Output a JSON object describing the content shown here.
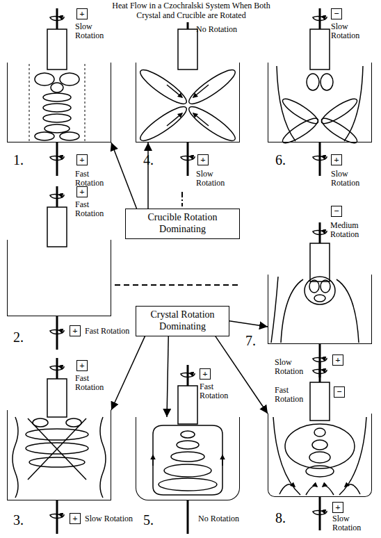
{
  "diagram": {
    "title": "Heat Flow in a Czochralski System When Both Crystal and Crucible are Rotated",
    "nodes": [
      {
        "text": [
          "1."
        ]
      },
      {
        "text": [
          "+"
        ]
      },
      {
        "text": [
          "+"
        ]
      },
      {
        "text": [
          "4."
        ]
      },
      {
        "text": [
          "+"
        ]
      },
      {
        "text": [
          "6."
        ]
      },
      {
        "text": [
          "−"
        ]
      },
      {
        "text": [
          "+"
        ]
      },
      {
        "text": [
          "Crucible Rotation Dominating"
        ]
      },
      {
        "text": [
          "2."
        ]
      },
      {
        "text": [
          "+"
        ]
      },
      {
        "text": [
          "+"
        ]
      },
      {
        "text": [
          "7."
        ]
      },
      {
        "text": [
          "−"
        ]
      },
      {
        "text": [
          "+"
        ]
      },
      {
        "text": [
          "Crystal Rotation Dominating"
        ]
      },
      {
        "text": [
          "3."
        ]
      },
      {
        "text": [
          "+"
        ]
      },
      {
        "text": [
          "+"
        ]
      },
      {
        "text": [
          "5."
        ]
      },
      {
        "text": [
          "+"
        ]
      },
      {
        "text": [
          "8."
        ]
      },
      {
        "text": [
          "−"
        ]
      },
      {
        "text": [
          "+"
        ]
      }
    ],
    "edges": [
      {
        "from": 8,
        "to": 0,
        "arrow": "to"
      },
      {
        "from": 8,
        "to": 3,
        "arrow": "to"
      },
      {
        "from": 15,
        "to": 12,
        "arrow": "to"
      },
      {
        "from": 15,
        "to": 16,
        "arrow": "to"
      },
      {
        "from": 15,
        "to": 19,
        "arrow": "to"
      },
      {
        "from": 15,
        "to": 21,
        "arrow": "to"
      }
    ],
    "labels": [
      "Slow Rotation",
      "No Rotation",
      "Slow Rotation",
      "Fast Rotation",
      "Slow Rotation",
      "Slow Rotation",
      "Fast Rotation",
      "Medium Rotation",
      "Fast Rotation",
      "Slow Rotation",
      "Fast Rotation",
      "Fast Rotation",
      "Fast Rotation",
      "Slow Rotation",
      "No Rotation",
      "Slow Rotation"
    ]
  }
}
